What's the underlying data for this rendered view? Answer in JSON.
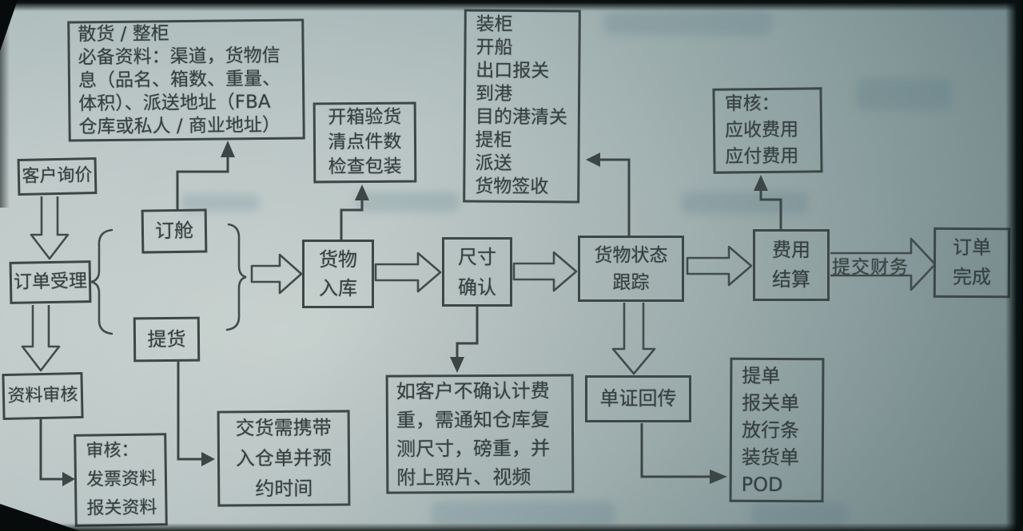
{
  "diagram": {
    "nodes": {
      "info_materials": {
        "lines": [
          "散货 / 整柜",
          "必备资料：渠道，货物信",
          "息（品名、箱数、重量、",
          "体积）、派送地址（FBA",
          "仓库或私人 / 商业地址）"
        ]
      },
      "customer_inquiry": {
        "label": "客户询价"
      },
      "order_acceptance": {
        "label": "订单受理"
      },
      "document_review": {
        "label": "资料审核"
      },
      "invoice_review": {
        "lines": [
          "审核：",
          "发票资料",
          "报关资料"
        ]
      },
      "booking": {
        "label": "订舱"
      },
      "pickup": {
        "label": "提货"
      },
      "delivery_note": {
        "lines": [
          "交货需携带",
          "入仓单并预",
          "约时间"
        ]
      },
      "inspection": {
        "lines": [
          "开箱验货",
          "清点件数",
          "检查包装"
        ]
      },
      "warehousing": {
        "lines": [
          "货物",
          "入库"
        ]
      },
      "dimension_confirm": {
        "lines": [
          "尺寸",
          "确认"
        ]
      },
      "remeasure_note": {
        "lines": [
          "如客户不确认计费",
          "重，需通知仓库复",
          "测尺寸，磅重，并",
          "附上照片、视频"
        ]
      },
      "shipping_stages": {
        "lines": [
          "装柜",
          "开船",
          "出口报关",
          "到港",
          "目的港清关",
          "提柜",
          "派送",
          "货物签收"
        ]
      },
      "status_tracking": {
        "lines": [
          "货物状态",
          "跟踪"
        ]
      },
      "doc_return": {
        "label": "单证回传"
      },
      "fee_review": {
        "lines": [
          "审核：",
          "应收费用",
          "应付费用"
        ]
      },
      "fee_settlement": {
        "lines": [
          "费用",
          "结算"
        ]
      },
      "order_complete": {
        "lines": [
          "订单",
          "完成"
        ]
      },
      "documents": {
        "lines": [
          "提单",
          "报关单",
          "放行条",
          "装货单",
          "POD"
        ]
      }
    },
    "edge_labels": {
      "submit_finance": "提交财务"
    },
    "colors": {
      "ink": "#3b4645",
      "paper": "#b4c1c0"
    }
  }
}
